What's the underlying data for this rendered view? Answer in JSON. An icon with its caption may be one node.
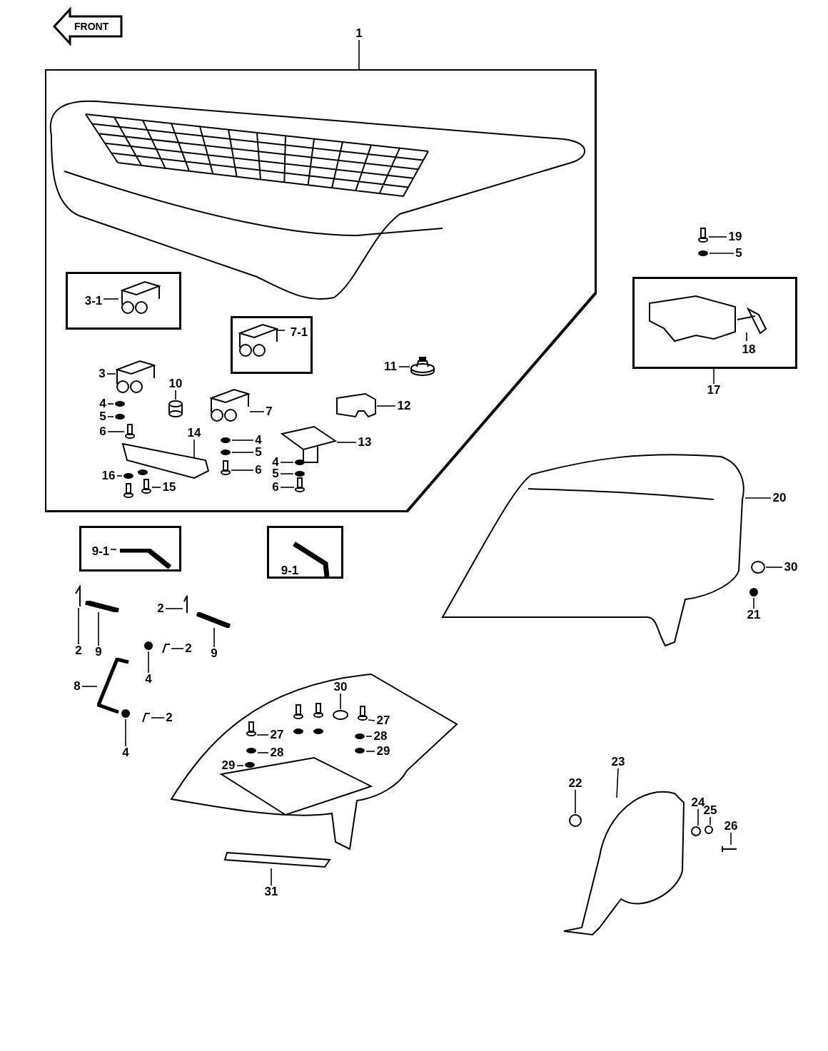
{
  "diagram": {
    "nodes": [
      {
        "text": [
          "1"
        ]
      },
      {
        "text": [],
        "shape": "box"
      },
      {
        "text": [],
        "shape": "box",
        "in": 1
      },
      {
        "text": [
          "3-1"
        ],
        "in": 2
      },
      {
        "text": [],
        "shape": "box",
        "in": 1
      },
      {
        "text": [
          "7-1"
        ],
        "in": 4
      },
      {
        "text": [
          "3"
        ],
        "in": 1
      },
      {
        "text": [
          "4"
        ],
        "in": 1
      },
      {
        "text": [
          "5"
        ],
        "in": 1
      },
      {
        "text": [
          "6"
        ],
        "in": 1
      },
      {
        "text": [
          "10"
        ],
        "in": 1
      },
      {
        "text": [
          "14"
        ],
        "in": 1
      },
      {
        "text": [
          "7"
        ],
        "in": 1
      },
      {
        "text": [
          "4"
        ],
        "in": 1
      },
      {
        "text": [
          "5"
        ],
        "in": 1
      },
      {
        "text": [
          "6"
        ],
        "in": 1
      },
      {
        "text": [
          "16"
        ],
        "in": 1
      },
      {
        "text": [
          "15"
        ],
        "in": 1
      },
      {
        "text": [
          "11"
        ],
        "in": 1
      },
      {
        "text": [
          "12"
        ],
        "in": 1
      },
      {
        "text": [
          "13"
        ],
        "in": 1
      },
      {
        "text": [
          "4"
        ],
        "in": 1
      },
      {
        "text": [
          "5"
        ],
        "in": 1
      },
      {
        "text": [
          "6"
        ],
        "in": 1
      },
      {
        "text": [],
        "shape": "box"
      },
      {
        "text": [
          "9-1"
        ],
        "in": 24
      },
      {
        "text": [],
        "shape": "box"
      },
      {
        "text": [
          "9-1"
        ],
        "in": 26
      },
      {
        "text": [
          "2"
        ]
      },
      {
        "text": [
          "9"
        ]
      },
      {
        "text": [
          "2"
        ]
      },
      {
        "text": [
          "9"
        ]
      },
      {
        "text": [
          "2"
        ]
      },
      {
        "text": [
          "4"
        ]
      },
      {
        "text": [
          "8"
        ]
      },
      {
        "text": [
          "4"
        ]
      },
      {
        "text": [
          "2"
        ]
      },
      {
        "text": [
          "30"
        ]
      },
      {
        "text": [
          "27"
        ]
      },
      {
        "text": [
          "27"
        ]
      },
      {
        "text": [
          "28"
        ]
      },
      {
        "text": [
          "28"
        ]
      },
      {
        "text": [
          "29"
        ]
      },
      {
        "text": [
          "29"
        ]
      },
      {
        "text": [
          "31"
        ]
      },
      {
        "text": [
          "19"
        ]
      },
      {
        "text": [
          "5"
        ]
      },
      {
        "text": [],
        "shape": "box"
      },
      {
        "text": [
          "17"
        ]
      },
      {
        "text": [
          "18"
        ],
        "in": 47
      },
      {
        "text": [
          "20"
        ]
      },
      {
        "text": [
          "30"
        ]
      },
      {
        "text": [
          "21"
        ]
      },
      {
        "text": [
          "22"
        ]
      },
      {
        "text": [
          "23"
        ]
      },
      {
        "text": [
          "24"
        ]
      },
      {
        "text": [
          "25"
        ]
      },
      {
        "text": [
          "26"
        ]
      },
      {
        "text": [],
        "shape": "picture",
        "in": 2
      },
      {
        "text": [],
        "shape": "picture",
        "in": 4
      },
      {
        "text": [],
        "shape": "picture",
        "in": 1
      },
      {
        "text": [],
        "shape": "circle",
        "in": 1
      },
      {
        "text": [],
        "shape": "circle",
        "in": 1
      },
      {
        "text": [],
        "shape": "picture",
        "in": 1
      },
      {
        "text": [],
        "shape": "picture",
        "in": 1
      },
      {
        "text": [],
        "shape": "picture",
        "in": 1
      },
      {
        "text": [],
        "shape": "picture",
        "in": 1
      },
      {
        "text": [],
        "shape": "circle",
        "in": 1
      },
      {
        "text": [],
        "shape": "circle",
        "in": 1
      },
      {
        "text": [],
        "shape": "picture",
        "in": 1
      },
      {
        "text": [],
        "shape": "circle",
        "in": 1
      },
      {
        "text": [],
        "shape": "picture",
        "in": 1
      },
      {
        "text": [],
        "shape": "picture",
        "in": 1
      },
      {
        "text": [],
        "shape": "picture",
        "in": 1
      },
      {
        "text": [],
        "shape": "picture",
        "in": 1
      },
      {
        "text": [],
        "shape": "circle",
        "in": 1
      },
      {
        "text": [],
        "shape": "circle",
        "in": 1
      },
      {
        "text": [],
        "shape": "picture",
        "in": 1
      },
      {
        "text": [],
        "shape": "picture",
        "in": 24
      },
      {
        "text": [],
        "shape": "picture"
      },
      {
        "text": [],
        "shape": "picture"
      },
      {
        "text": [],
        "shape": "picture"
      },
      {
        "text": [],
        "shape": "picture"
      },
      {
        "text": [],
        "shape": "picture"
      },
      {
        "text": [],
        "shape": "circle"
      },
      {
        "text": [],
        "shape": "picture"
      },
      {
        "text": [],
        "shape": "circle"
      },
      {
        "text": [],
        "shape": "picture"
      },
      {
        "text": [],
        "shape": "circle"
      },
      {
        "text": [],
        "shape": "picture"
      },
      {
        "text": [],
        "shape": "picture"
      },
      {
        "text": [],
        "shape": "circle"
      },
      {
        "text": [],
        "shape": "circle"
      },
      {
        "text": [],
        "shape": "circle"
      },
      {
        "text": [],
        "shape": "circle"
      },
      {
        "text": [],
        "shape": "bar"
      },
      {
        "text": [],
        "shape": "picture"
      },
      {
        "text": [],
        "shape": "circle"
      },
      {
        "text": [],
        "shape": "picture",
        "in": 47
      },
      {
        "text": [],
        "shape": "picture"
      },
      {
        "text": [],
        "shape": "circle"
      },
      {
        "text": [],
        "shape": "circle"
      },
      {
        "text": [],
        "shape": "circle"
      },
      {
        "text": [],
        "shape": "picture"
      },
      {
        "text": [],
        "shape": "circle"
      },
      {
        "text": [],
        "shape": "circle"
      },
      {
        "text": [],
        "shape": "picture"
      }
    ],
    "edges": [
      {
        "from": 0,
        "to": 1,
        "arrow": "none"
      },
      {
        "from": 3,
        "to": 58,
        "arrow": "none"
      },
      {
        "from": 5,
        "to": 59,
        "arrow": "none"
      },
      {
        "from": 6,
        "to": 60,
        "arrow": "none"
      },
      {
        "from": 7,
        "to": 61,
        "arrow": "none"
      },
      {
        "from": 8,
        "to": 62,
        "arrow": "none"
      },
      {
        "from": 9,
        "to": 63,
        "arrow": "none"
      },
      {
        "from": 10,
        "to": 64,
        "arrow": "none"
      },
      {
        "from": 11,
        "to": 65,
        "arrow": "none"
      },
      {
        "from": 12,
        "to": 66,
        "arrow": "none"
      },
      {
        "from": 13,
        "to": 67,
        "arrow": "none"
      },
      {
        "from": 14,
        "to": 68,
        "arrow": "none"
      },
      {
        "from": 15,
        "to": 69,
        "arrow": "none"
      },
      {
        "from": 16,
        "to": 70,
        "arrow": "none"
      },
      {
        "from": 17,
        "to": 71,
        "arrow": "none"
      },
      {
        "from": 18,
        "to": 72,
        "arrow": "none"
      },
      {
        "from": 19,
        "to": 73,
        "arrow": "none"
      },
      {
        "from": 20,
        "to": 74,
        "arrow": "none"
      },
      {
        "from": 21,
        "to": 75,
        "arrow": "none"
      },
      {
        "from": 22,
        "to": 76,
        "arrow": "none"
      },
      {
        "from": 23,
        "to": 77,
        "arrow": "none"
      },
      {
        "from": 25,
        "to": 78,
        "arrow": "none"
      },
      {
        "from": 28,
        "to": 79,
        "arrow": "none"
      },
      {
        "from": 29,
        "to": 80,
        "arrow": "none"
      },
      {
        "from": 30,
        "to": 81,
        "arrow": "none"
      },
      {
        "from": 31,
        "to": 82,
        "arrow": "none"
      },
      {
        "from": 32,
        "to": 83,
        "arrow": "none"
      },
      {
        "from": 33,
        "to": 84,
        "arrow": "none"
      },
      {
        "from": 34,
        "to": 85,
        "arrow": "none"
      },
      {
        "from": 35,
        "to": 86,
        "arrow": "none"
      },
      {
        "from": 36,
        "to": 87,
        "arrow": "none"
      },
      {
        "from": 37,
        "to": 88,
        "arrow": "none"
      },
      {
        "from": 38,
        "to": 89,
        "arrow": "none"
      },
      {
        "from": 39,
        "to": 90,
        "arrow": "none"
      },
      {
        "from": 40,
        "to": 91,
        "arrow": "none"
      },
      {
        "from": 41,
        "to": 92,
        "arrow": "none"
      },
      {
        "from": 42,
        "to": 93,
        "arrow": "none"
      },
      {
        "from": 43,
        "to": 94,
        "arrow": "none"
      },
      {
        "from": 44,
        "to": 95,
        "arrow": "none"
      },
      {
        "from": 45,
        "to": 96,
        "arrow": "none"
      },
      {
        "from": 46,
        "to": 97,
        "arrow": "none"
      },
      {
        "from": 48,
        "to": 47,
        "arrow": "none"
      },
      {
        "from": 49,
        "to": 98,
        "arrow": "none"
      },
      {
        "from": 50,
        "to": 99,
        "arrow": "none"
      },
      {
        "from": 51,
        "to": 100,
        "arrow": "none"
      },
      {
        "from": 52,
        "to": 101,
        "arrow": "none"
      },
      {
        "from": 53,
        "to": 102,
        "arrow": "none"
      },
      {
        "from": 54,
        "to": 103,
        "arrow": "none"
      },
      {
        "from": 55,
        "to": 104,
        "arrow": "none"
      },
      {
        "from": 56,
        "to": 105,
        "arrow": "none"
      },
      {
        "from": 57,
        "to": 106,
        "arrow": "none"
      }
    ],
    "labels": [
      "FRONT"
    ]
  }
}
